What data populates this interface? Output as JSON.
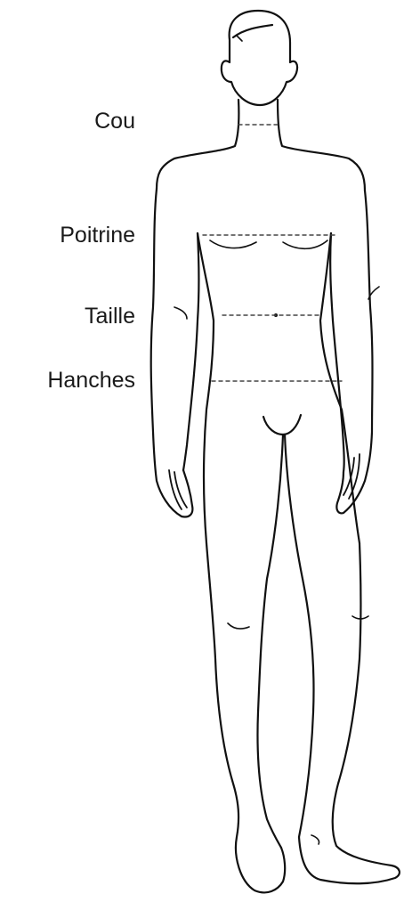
{
  "labels": {
    "cou": "Cou",
    "poitrine": "Poitrine",
    "taille": "Taille",
    "hanches": "Hanches"
  },
  "colors": {
    "outline": "#111111",
    "measure_line": "#444444",
    "text": "#1a1a1a",
    "background": "#ffffff"
  }
}
